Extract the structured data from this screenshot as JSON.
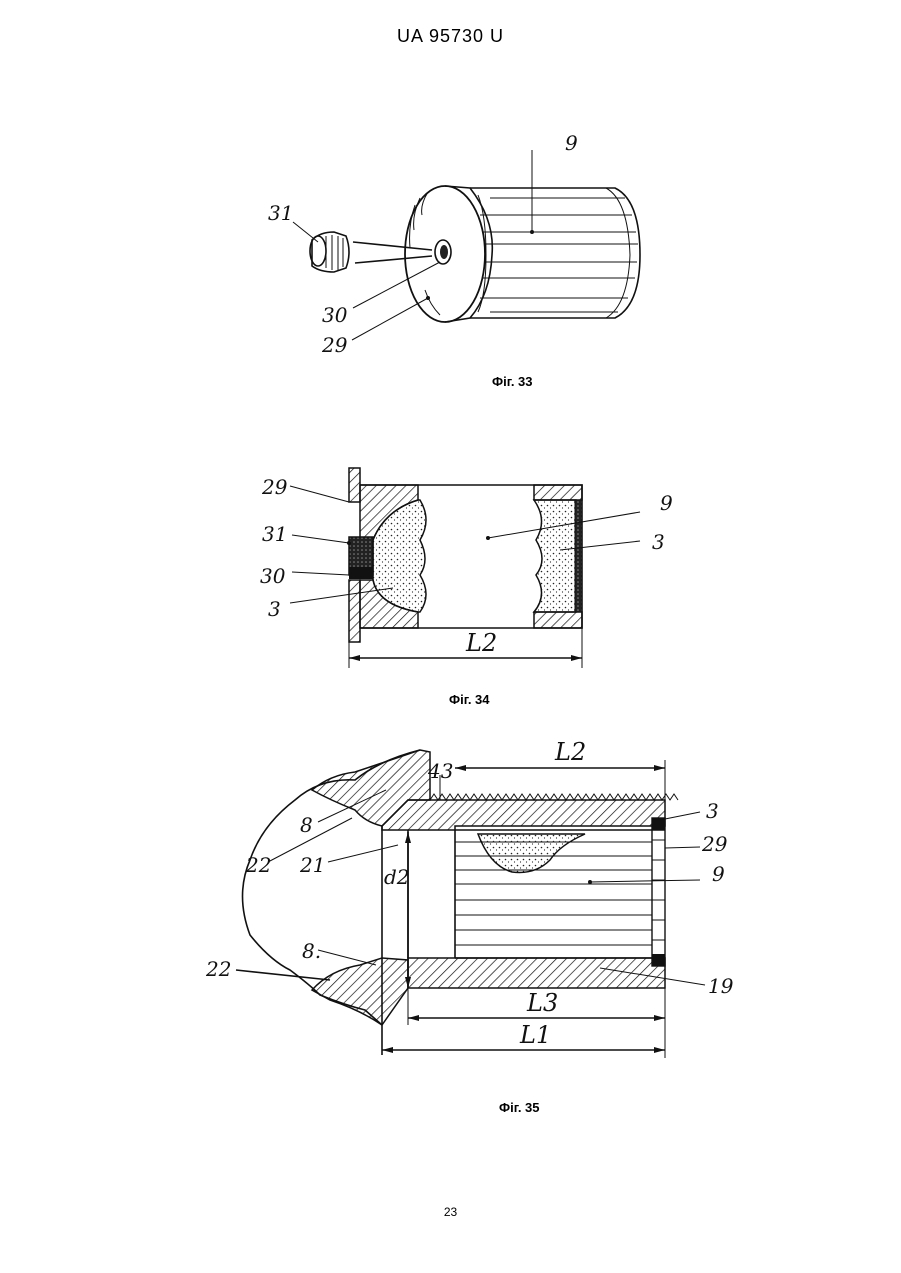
{
  "header": {
    "doc_number": "UA   95730   U"
  },
  "figures": [
    {
      "caption": "Фіг. 33",
      "labels": {
        "part_9": "9",
        "part_31": "31",
        "part_30": "30",
        "part_29": "29"
      }
    },
    {
      "caption": "Фіг. 34",
      "labels": {
        "part_29": "29",
        "part_31": "31",
        "part_30": "30",
        "part_3a": "3",
        "part_9": "9",
        "part_3b": "3",
        "dim_L2": "L2"
      }
    },
    {
      "caption": "Фіг. 35",
      "labels": {
        "dim_L2": "L2",
        "part_43": "43",
        "part_3": "3",
        "part_8a": "8",
        "part_22a": "22",
        "part_21": "21",
        "dim_d2": "d2",
        "part_29": "29",
        "part_9": "9",
        "part_8b": "8.",
        "part_22b": "22",
        "part_19": "19",
        "dim_L3": "L3",
        "dim_L1": "L1"
      }
    }
  ],
  "footer": {
    "page_number": "23"
  }
}
